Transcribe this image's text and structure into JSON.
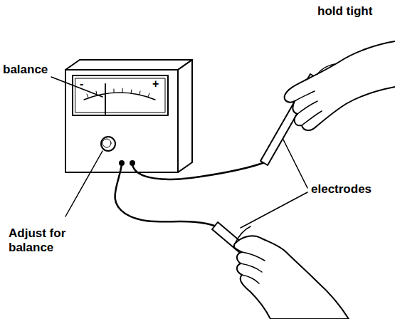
{
  "diagram": {
    "labels": [
      "hold tight",
      "balance",
      "-",
      "+",
      "electrodes",
      "Adjust for balance"
    ]
  }
}
